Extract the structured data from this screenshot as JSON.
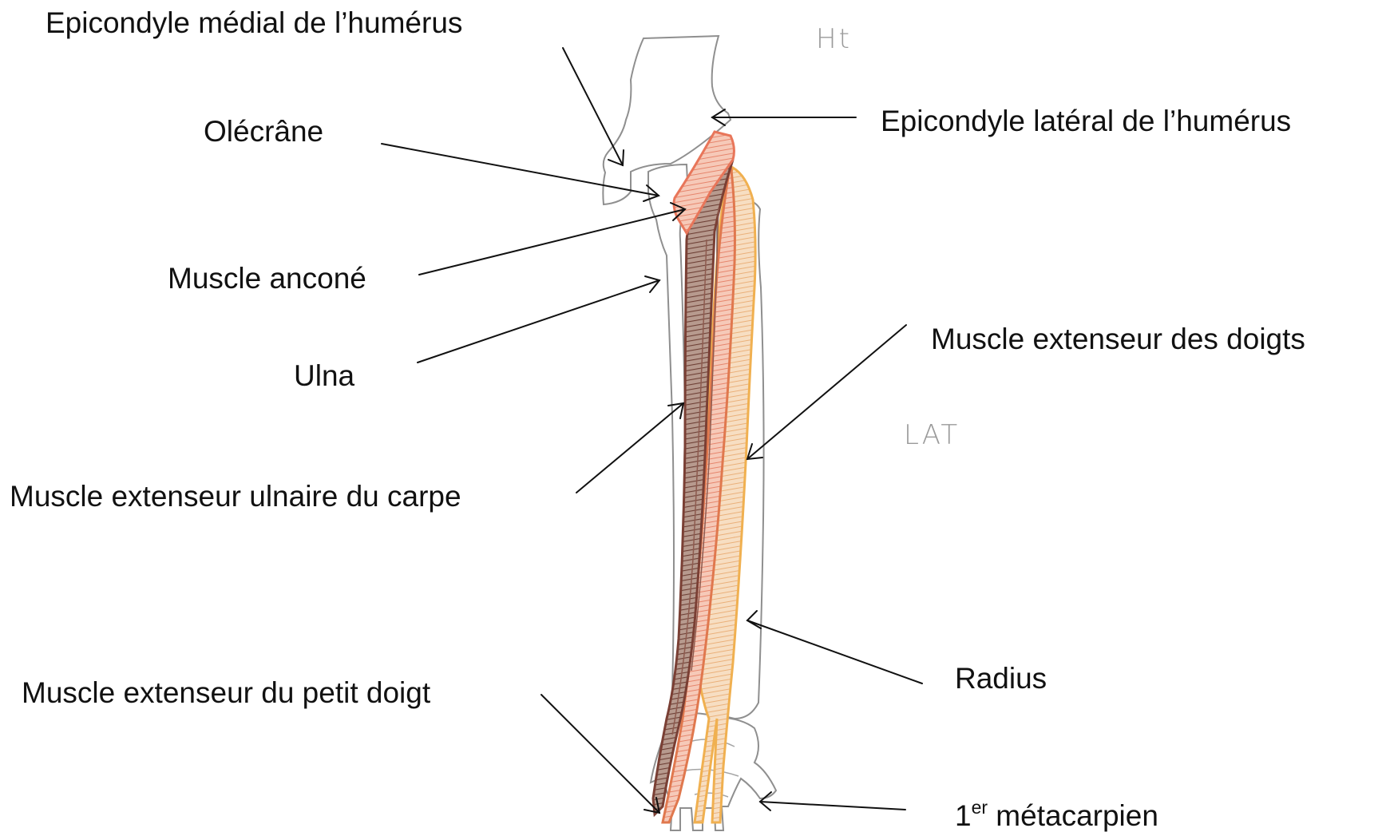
{
  "orientation": {
    "top": "Ht",
    "side": "LAT"
  },
  "labels": {
    "epicondyle_medial": "Epicondyle médial de l’humérus",
    "olecrane": "Olécrâne",
    "epicondyle_lateral": "Epicondyle latéral de l’humérus",
    "anconeus": "Muscle anconé",
    "ulna": "Ulna",
    "extensor_digitorum": "Muscle extenseur des doigts",
    "extensor_carpi_ulnaris": "Muscle extenseur ulnaire du carpe",
    "radius": "Radius",
    "extensor_digiti_minimi": "Muscle extenseur du petit doigt",
    "first_metacarpal_number": "1",
    "first_metacarpal_sup": "er",
    "first_metacarpal_text": " métacarpien"
  },
  "colors": {
    "bone_outline": "#8f8f8f",
    "anconeus": "#e8765a",
    "extensor_carpi_ulnaris": "#7a3f34",
    "extensor_digiti_minimi": "#e0784e",
    "extensor_digitorum": "#f0b050",
    "arrow": "#111111"
  }
}
